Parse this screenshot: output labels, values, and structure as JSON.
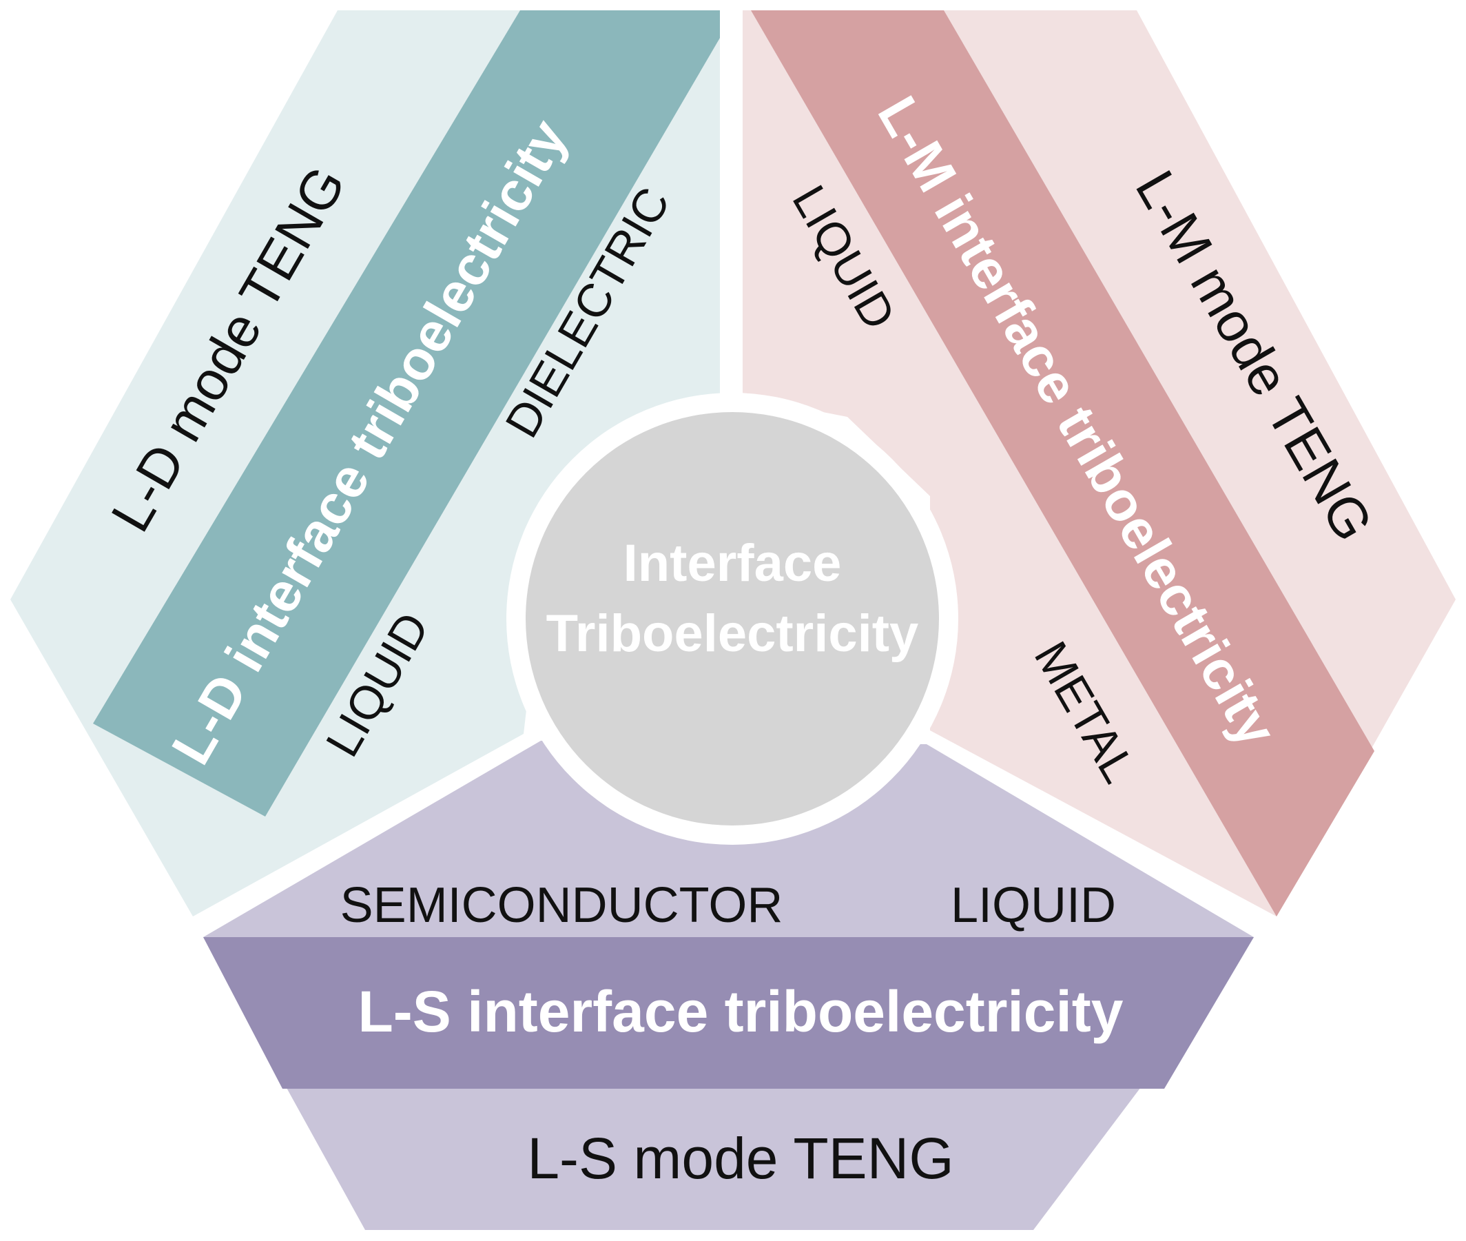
{
  "center": {
    "line1": "Interface",
    "line2": "Triboelectricity"
  },
  "ld_section": {
    "mode": "L-D mode TENG",
    "interface": "L-D interface triboelectricity",
    "material_a": "DIELECTRIC",
    "material_b": "LIQUID"
  },
  "lm_section": {
    "mode": "L-M mode TENG",
    "interface": "L-M interface triboelectricity",
    "material_a": "LIQUID",
    "material_b": "METAL"
  },
  "ls_section": {
    "mode": "L-S mode TENG",
    "interface": "L-S interface triboelectricity",
    "material_a": "SEMICONDUCTOR",
    "material_b": "LIQUID"
  },
  "colors": {
    "ld_light": "#e3eeef",
    "ld_band": "#8bb7bb",
    "lm_light": "#f2e1e1",
    "lm_band": "#d5a1a2",
    "ls_light": "#c9c4d9",
    "ls_band": "#968db3",
    "center_fill": "#d5d5d5"
  }
}
